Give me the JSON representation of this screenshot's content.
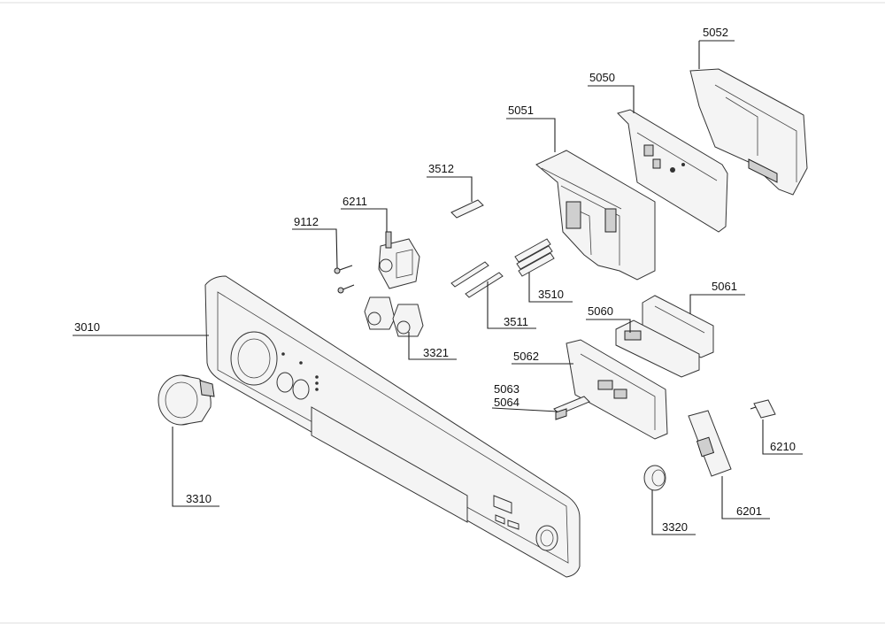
{
  "labels": {
    "p3010": "3010",
    "p3310": "3310",
    "p9112": "9112",
    "p6211": "6211",
    "p3512": "3512",
    "p3321": "3321",
    "p3511": "3511",
    "p3510": "3510",
    "p5051": "5051",
    "p5050": "5050",
    "p5052": "5052",
    "p5061": "5061",
    "p5060": "5060",
    "p5062": "5062",
    "p5063": "5063",
    "p5064": "5064",
    "p6210": "6210",
    "p6201": "6201",
    "p3320": "3320"
  }
}
